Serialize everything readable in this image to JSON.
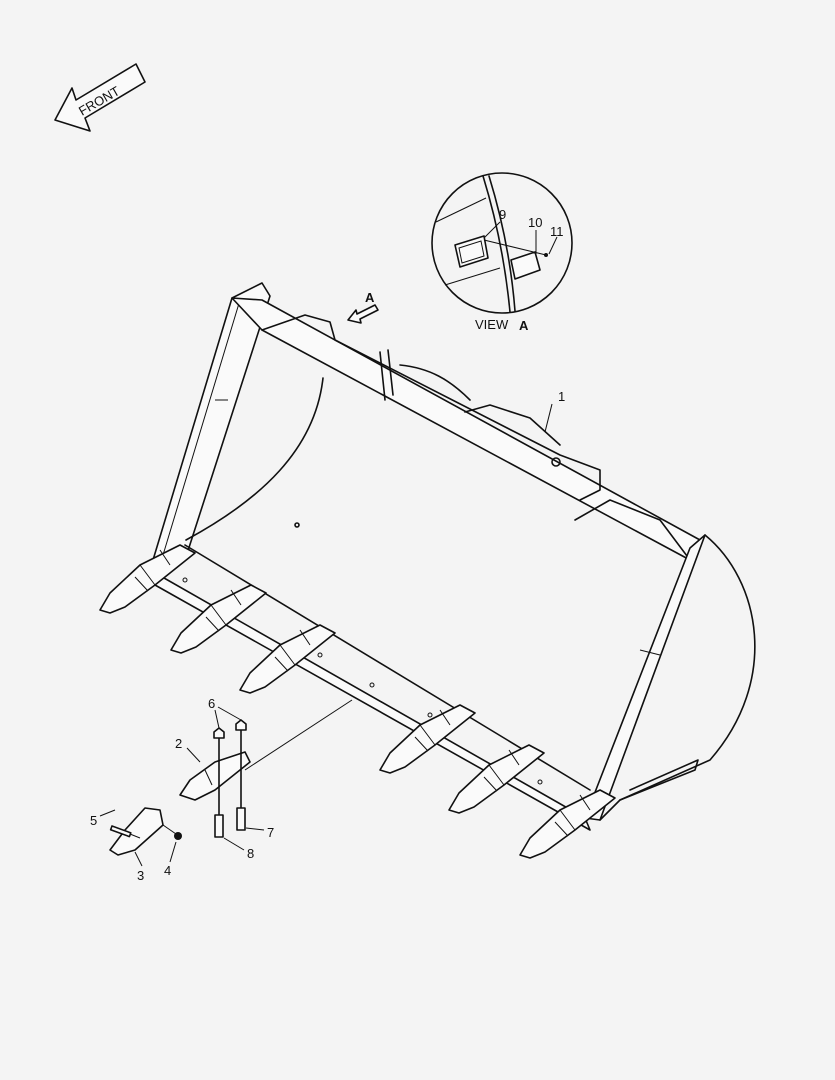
{
  "diagram": {
    "front_arrow_label": "FRONT",
    "view_marker": "A",
    "view_caption": {
      "prefix": "VIEW",
      "letter": "A"
    },
    "callouts": [
      "1",
      "2",
      "3",
      "4",
      "5",
      "6",
      "7",
      "8",
      "9",
      "10",
      "11"
    ],
    "colors": {
      "background": "#f4f4f4",
      "line": "#111111"
    }
  }
}
